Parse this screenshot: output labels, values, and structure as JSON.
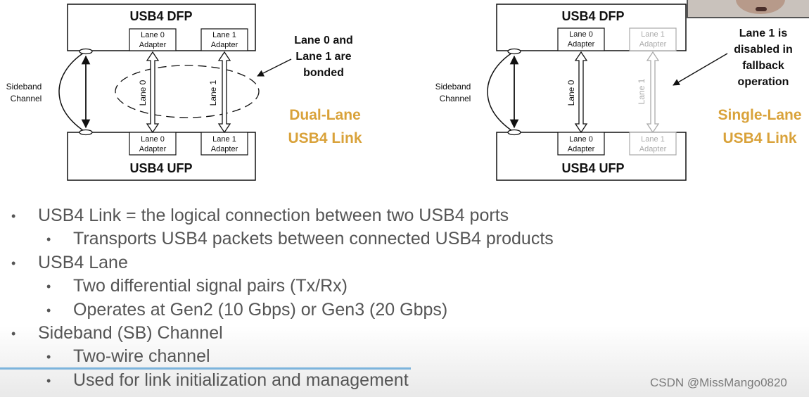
{
  "left_diagram": {
    "dfp_title": "USB4 DFP",
    "ufp_title": "USB4 UFP",
    "lane0_adapter": [
      "Lane 0",
      "Adapter"
    ],
    "lane1_adapter": [
      "Lane 1",
      "Adapter"
    ],
    "lane0_label": "Lane 0",
    "lane1_label": "Lane 1",
    "sideband_label": [
      "Sideband",
      "Channel"
    ],
    "callout": [
      "Lane 0 and",
      "Lane 1 are",
      "bonded"
    ],
    "link_title": [
      "Dual-Lane",
      "USB4 Link"
    ]
  },
  "right_diagram": {
    "dfp_title": "USB4 DFP",
    "ufp_title": "USB4 UFP",
    "lane0_adapter": [
      "Lane 0",
      "Adapter"
    ],
    "lane1_adapter": [
      "Lane 1",
      "Adapter"
    ],
    "lane0_label": "Lane 0",
    "lane1_label": "Lane 1",
    "sideband_label": [
      "Sideband",
      "Channel"
    ],
    "callout": [
      "Lane 1 is",
      "disabled in",
      "fallback",
      "operation"
    ],
    "link_title": [
      "Single-Lane",
      "USB4 Link"
    ]
  },
  "colors": {
    "accent": "#d9a23a",
    "disabled": "#b0b0b0",
    "bullet_text": "#555555",
    "progress": "#7cb4dc"
  },
  "bullets": [
    {
      "level": 1,
      "text": "USB4 Link = the logical connection between two USB4 ports"
    },
    {
      "level": 2,
      "text": "Transports USB4 packets between connected USB4 products"
    },
    {
      "level": 1,
      "text": "USB4 Lane"
    },
    {
      "level": 2,
      "text": "Two differential signal pairs (Tx/Rx)"
    },
    {
      "level": 2,
      "text": "Operates at Gen2 (10 Gbps) or Gen3 (20 Gbps)"
    },
    {
      "level": 1,
      "text": "Sideband (SB) Channel"
    },
    {
      "level": 2,
      "text": "Two-wire channel"
    },
    {
      "level": 2,
      "text": "Used for link initialization and management"
    }
  ],
  "watermark": "CSDN @MissMango0820"
}
